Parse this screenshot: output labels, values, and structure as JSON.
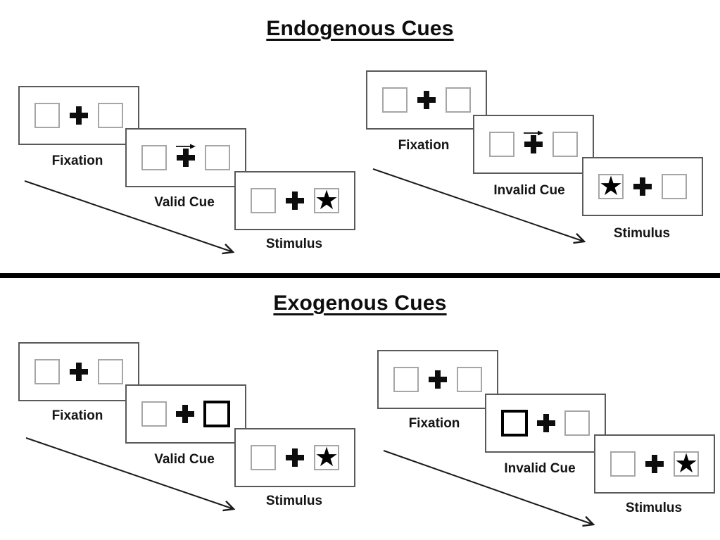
{
  "diagram": {
    "kind": "Posner attention cueing task schematic"
  },
  "colors": {
    "panel_border": "#595959",
    "square_border": "#a6a6a6",
    "cue_border": "#000000",
    "ink": "#111111",
    "divider": "#000000"
  },
  "glyphs": {
    "star": "★"
  },
  "sections": [
    {
      "id": "endogenous",
      "title": "Endogenous Cues",
      "sequences": [
        {
          "id": "valid",
          "panels": [
            {
              "label": "Fixation"
            },
            {
              "label": "Valid Cue"
            },
            {
              "label": "Stimulus"
            }
          ]
        },
        {
          "id": "invalid",
          "panels": [
            {
              "label": "Fixation"
            },
            {
              "label": "Invalid Cue"
            },
            {
              "label": "Stimulus"
            }
          ]
        }
      ]
    },
    {
      "id": "exogenous",
      "title": "Exogenous Cues",
      "sequences": [
        {
          "id": "valid",
          "panels": [
            {
              "label": "Fixation"
            },
            {
              "label": "Valid Cue"
            },
            {
              "label": "Stimulus"
            }
          ]
        },
        {
          "id": "invalid",
          "panels": [
            {
              "label": "Fixation"
            },
            {
              "label": "Invalid Cue"
            },
            {
              "label": "Stimulus"
            }
          ]
        }
      ]
    }
  ]
}
